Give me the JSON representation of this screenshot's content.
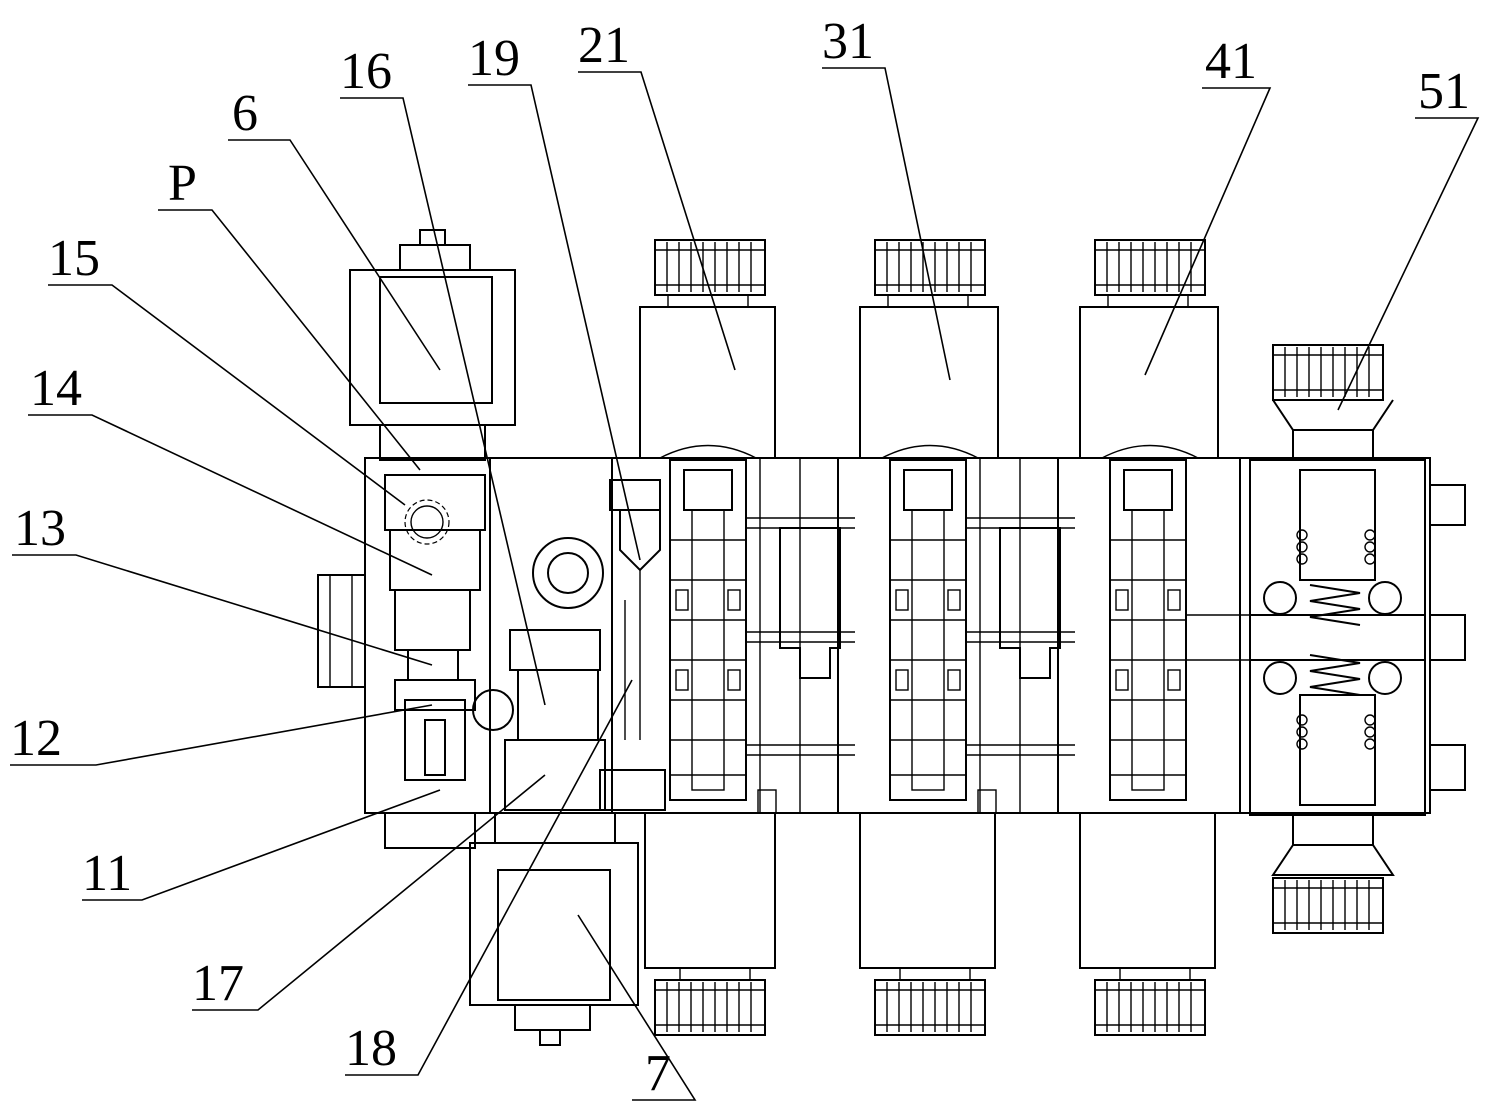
{
  "labels": {
    "l16": "16",
    "l19": "19",
    "l21": "21",
    "l31": "31",
    "l41": "41",
    "l51": "51",
    "l6": "6",
    "lP": "P",
    "l15": "15",
    "l14": "14",
    "l13": "13",
    "l12": "12",
    "l11": "11",
    "l17": "17",
    "l18": "18",
    "l7": "7"
  }
}
